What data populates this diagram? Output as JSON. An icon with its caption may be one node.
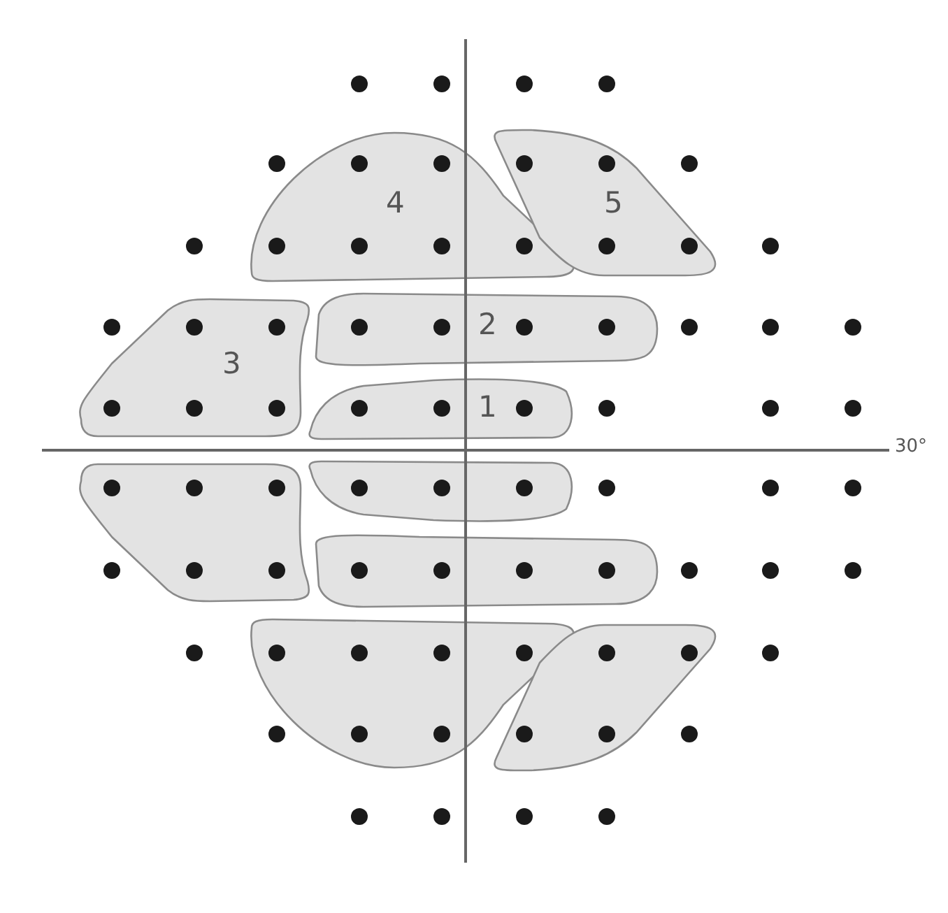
{
  "diagram": {
    "nodes": [
      {
        "text": [
          "4"
        ]
      },
      {
        "text": [
          "5"
        ]
      },
      {
        "text": [
          "3"
        ]
      },
      {
        "text": [
          "2"
        ]
      },
      {
        "text": [
          "1"
        ]
      },
      {
        "text": [],
        "shape": "blob"
      },
      {
        "text": [],
        "shape": "blob"
      },
      {
        "text": [],
        "shape": "blob"
      },
      {
        "text": [],
        "shape": "blob"
      },
      {
        "text": [],
        "shape": "blob"
      }
    ],
    "edges": [],
    "labels": [
      "30°"
    ]
  }
}
